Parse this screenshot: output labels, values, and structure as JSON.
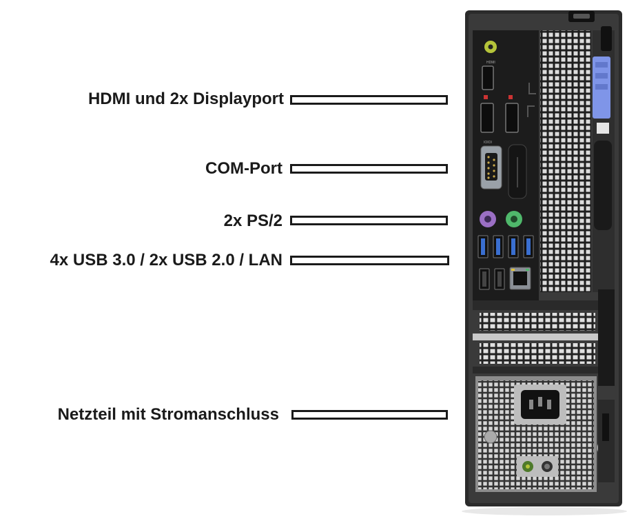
{
  "labels": {
    "display_ports": "HDMI und 2x Displayport",
    "com_port": "COM-Port",
    "ps2": "2x PS/2",
    "usb_lan": "4x USB 3.0 / 2x USB 2.0 / LAN",
    "power": "Netzteil mit Stromanschluss"
  },
  "tower": {
    "port_icons": {
      "hdmi": "HDMI",
      "com": "IOIOI"
    },
    "colors": {
      "case": "#2b2b2b",
      "panel": "#1f1f1f",
      "grille": "#d8d8d8",
      "audio": "#b5c43a",
      "ps2_keyboard": "#9b6fc4",
      "ps2_mouse": "#4fb86b",
      "usb3": "#3a6fd0",
      "latch": "#7f95e8",
      "psu": "#8c8c8c"
    }
  }
}
